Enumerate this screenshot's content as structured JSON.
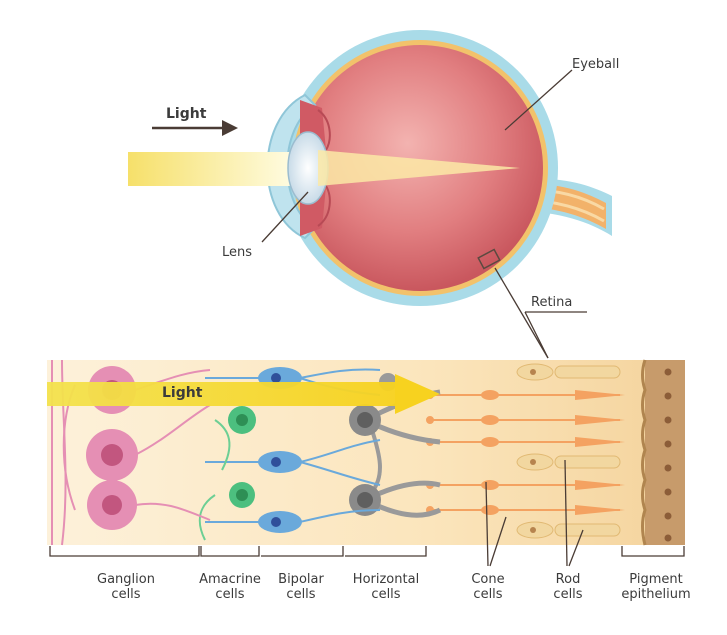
{
  "eye": {
    "light_label": "Light",
    "eyeball_label": "Eyeball",
    "lens_label": "Lens",
    "retina_label": "Retina"
  },
  "strip": {
    "light_label": "Light"
  },
  "cell_labels": [
    {
      "line1": "Ganglion",
      "line2": "cells"
    },
    {
      "line1": "Amacrine",
      "line2": "cells"
    },
    {
      "line1": "Bipolar",
      "line2": "cells"
    },
    {
      "line1": "Horizontal",
      "line2": "cells"
    },
    {
      "line1": "Cone",
      "line2": "cells"
    },
    {
      "line1": "Rod",
      "line2": "cells"
    },
    {
      "line1": "Pigment",
      "line2": "epithelium"
    }
  ],
  "colors": {
    "sclera": "#a9dbe8",
    "eyeball": "#d9696f",
    "light_beam": "#f7e98a",
    "retina_bg": "#fbe7c4",
    "ganglion": "#e58fb4",
    "amacrine": "#49b877",
    "bipolar": "#5b9bd5",
    "horizontal": "#8a8a8a",
    "cone": "#f4a261",
    "rod": "#f2d7a0",
    "pigment": "#c79b6b"
  }
}
